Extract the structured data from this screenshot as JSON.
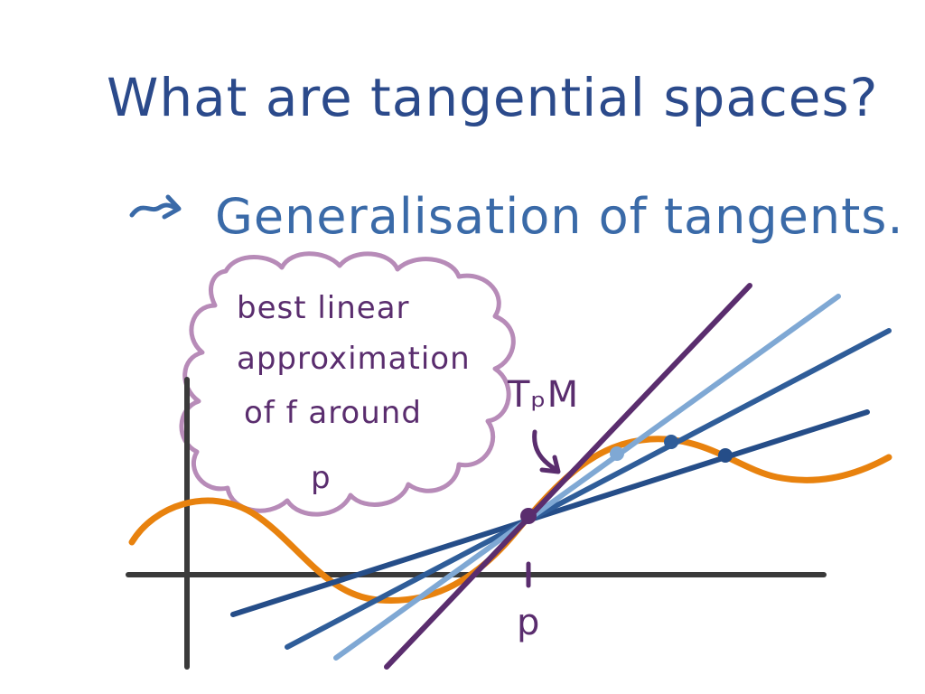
{
  "title": "What are tangential spaces?",
  "subtitle_arrow": "⇝",
  "subtitle": "Generalisation of tangents.",
  "cloud": {
    "line1": "best linear",
    "line2": "approximation",
    "line3": "of f around",
    "line4": "p"
  },
  "tangent_label": "TₚM",
  "point_label": "p",
  "colors": {
    "title": "#2b4a8b",
    "subtitle": "#3a6aa8",
    "curve": "#e8820e",
    "axes": "#3a3a3a",
    "tangent": "#5a2d6e",
    "secant_light": "#7fa8d4",
    "secant_mid": "#2f5d99",
    "secant_dark": "#254d88",
    "cloud": "#b78bb8",
    "cloud_text": "#5a2d6e"
  },
  "icons": {
    "subtitle_arrow": "squiggle-arrow-icon",
    "tangent_pointer": "curved-arrow-icon"
  }
}
